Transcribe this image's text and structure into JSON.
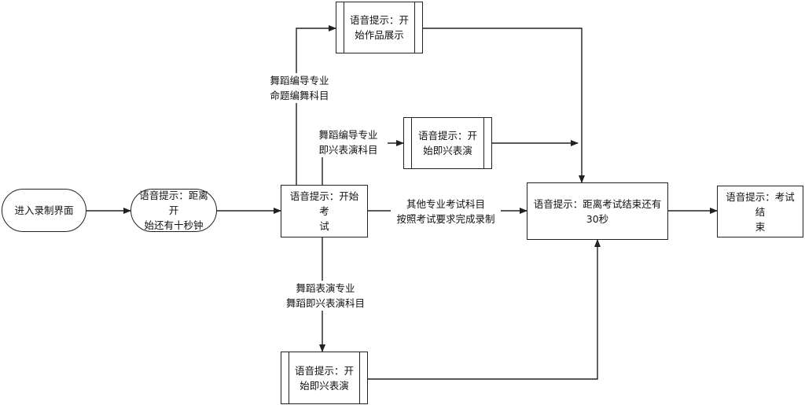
{
  "nodes": {
    "enter": "进入录制界面",
    "ten_sec": "语音提示：距离开\n始还有十秒钟",
    "start_exam": "语音提示：开始考\n试",
    "show_work": "语音提示：开\n始作品展示",
    "impro_choreo": "语音提示：开\n始即兴表演",
    "impro_perf": "语音提示：开\n始即兴表演",
    "thirty_sec": "语音提示：距离考试结束还有\n30秒",
    "end": "语音提示：考试结\n束"
  },
  "edges": {
    "to_show_work": "舞蹈编导专业\n命题编舞科目",
    "to_impro_choreo": "舞蹈编导专业\n即兴表演科目",
    "to_thirty_direct": "其他专业考试科目\n按照考试要求完成录制",
    "to_impro_perf": "舞蹈表演专业\n舞蹈即兴表演科目"
  },
  "style": {
    "line_color": "#222222",
    "background": "#ffffff"
  }
}
